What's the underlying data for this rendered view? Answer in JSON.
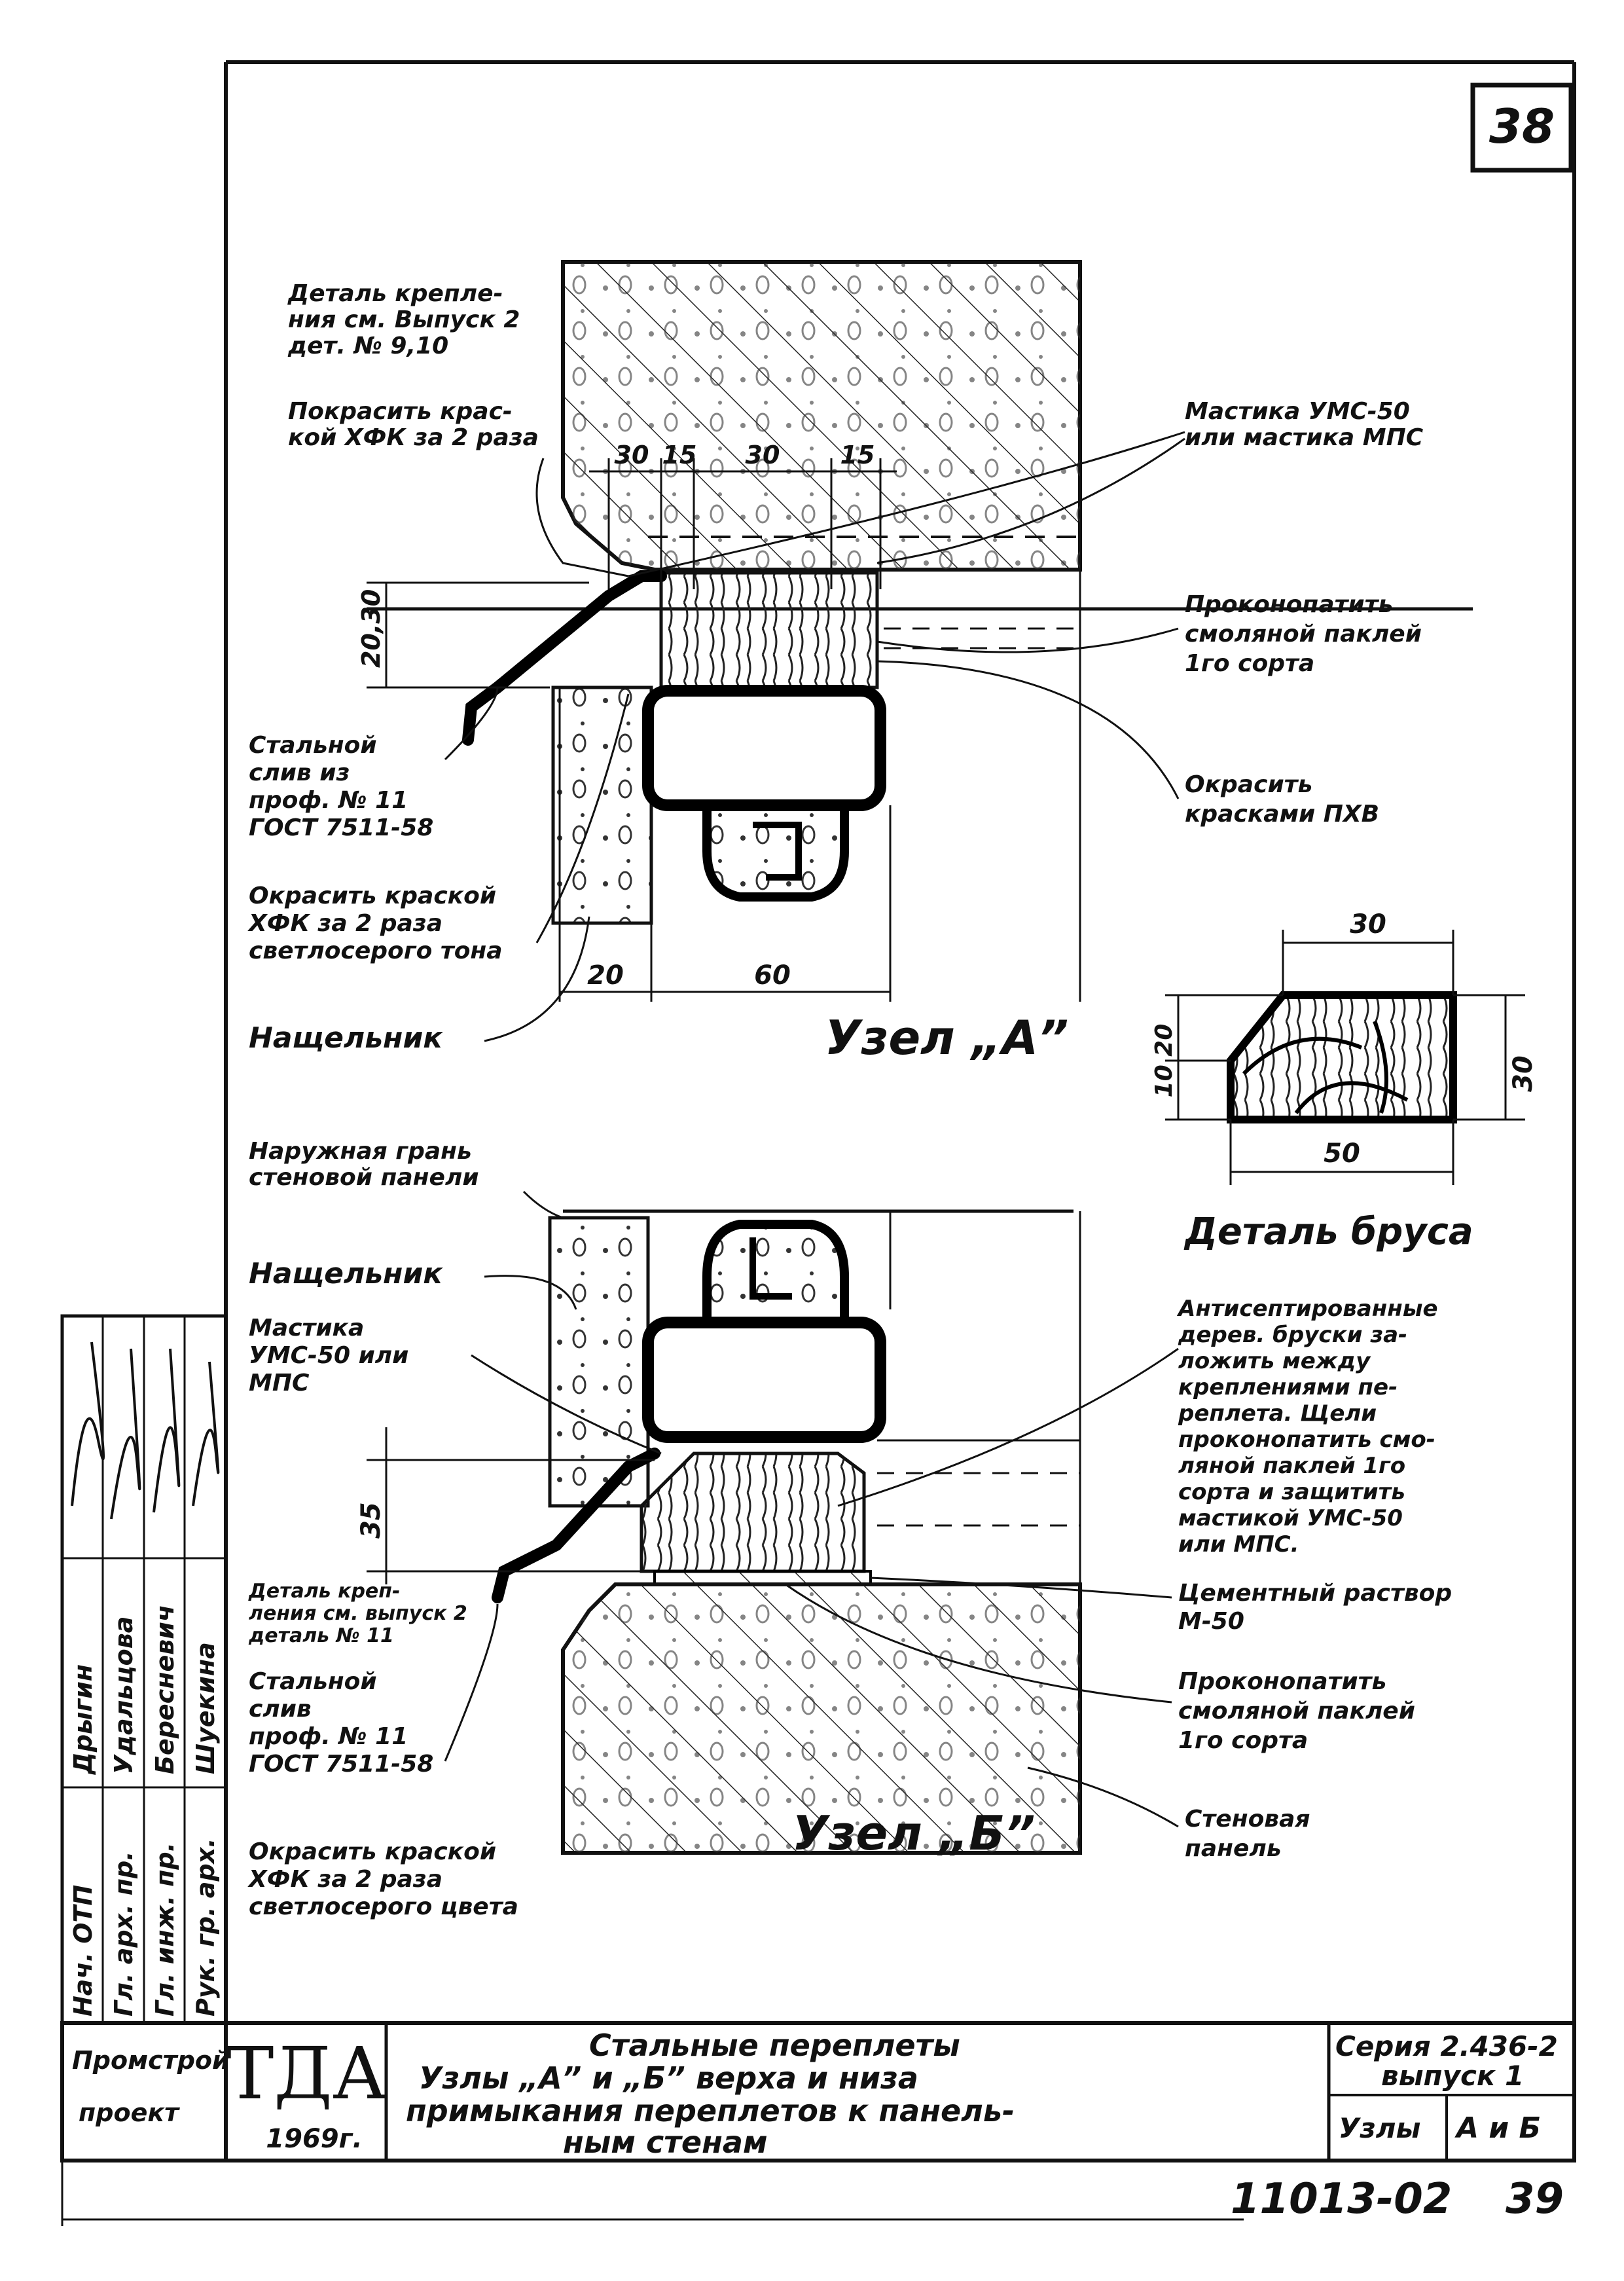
{
  "sheet": {
    "number": "38",
    "bottom_code": "11013-02",
    "bottom_page": "39"
  },
  "node_a": {
    "title": "Узел „А”",
    "dims_top": [
      "30",
      "15",
      "30",
      "15"
    ],
    "dim_side": "20,30",
    "dims_bottom": [
      "20",
      "60"
    ],
    "labels": {
      "detail_ref": [
        "Деталь крепле-",
        "ния см. Выпуск 2",
        "дет. № 9,10"
      ],
      "paint_top": [
        "Покрасить крас-",
        "кой ХФК за 2 раза"
      ],
      "steel_drip": [
        "Стальной",
        "слив из",
        "проф. № 11",
        "ГОСТ 7511-58"
      ],
      "paint_light": [
        "Окрасить краской",
        "ХФК за 2 раза",
        "светлосерого тона"
      ],
      "trim": "Нащельник",
      "mastic": [
        "Мастика УМС-50",
        "или мастика МПС"
      ],
      "caulk": [
        "Проконопатить",
        "смоляной паклей",
        "1го сорта"
      ],
      "paint_pkhv": [
        "Окрасить",
        "красками ПХВ"
      ]
    }
  },
  "bar_detail": {
    "title": "Деталь бруса",
    "dim_top": "30",
    "dim_right": "30",
    "dim_left": "10 20",
    "dim_bottom": "50"
  },
  "node_b": {
    "title": "Узел „Б”",
    "dim_side": "35",
    "labels": {
      "outer_face": [
        "Наружная грань",
        "стеновой панели"
      ],
      "trim": "Нащельник",
      "mastic": [
        "Мастика",
        "УМС-50 или",
        "МПС"
      ],
      "detail_ref": [
        "Деталь креп-",
        "ления см. выпуск 2",
        "деталь № 11"
      ],
      "steel_drip": [
        "Стальной",
        "слив",
        "проф. № 11",
        "ГОСТ 7511-58"
      ],
      "paint_light": [
        "Окрасить краской",
        "ХФК за 2 раза",
        "светлосерого цвета"
      ],
      "antiseptic": [
        "Антисептированные",
        "дерев. бруски за-",
        "ложить между",
        "креплениями пе-",
        "реплета. Щели",
        "проконопатить смо-",
        "ляной паклей 1го",
        "сорта и защитить",
        "мастикой УМС-50",
        "или МПС."
      ],
      "mortar": [
        "Цементный раствор",
        "М-50"
      ],
      "caulk": [
        "Проконопатить",
        "смоляной паклей",
        "1го сорта"
      ],
      "panel": [
        "Стеновая",
        "панель"
      ]
    }
  },
  "stamp": {
    "roles": [
      "Нач. ОТП",
      "Гл. арх. пр.",
      "Гл. инж. пр.",
      "Рук. гр. арх."
    ],
    "names": [
      "Дрыгин",
      "Удальцова",
      "Бересневич",
      "Шуекина"
    ],
    "org": [
      "Промстрой",
      "проект"
    ],
    "logo": "ТДА",
    "year": "1969г.",
    "title_lines": [
      "Стальные переплеты",
      "Узлы „А” и „Б” верха и низа",
      "примыкания переплетов к панель-",
      "ным стенам"
    ],
    "series": [
      "Серия 2.436-2",
      "выпуск 1"
    ],
    "section": "Узлы",
    "sheet_code": "А и Б"
  }
}
